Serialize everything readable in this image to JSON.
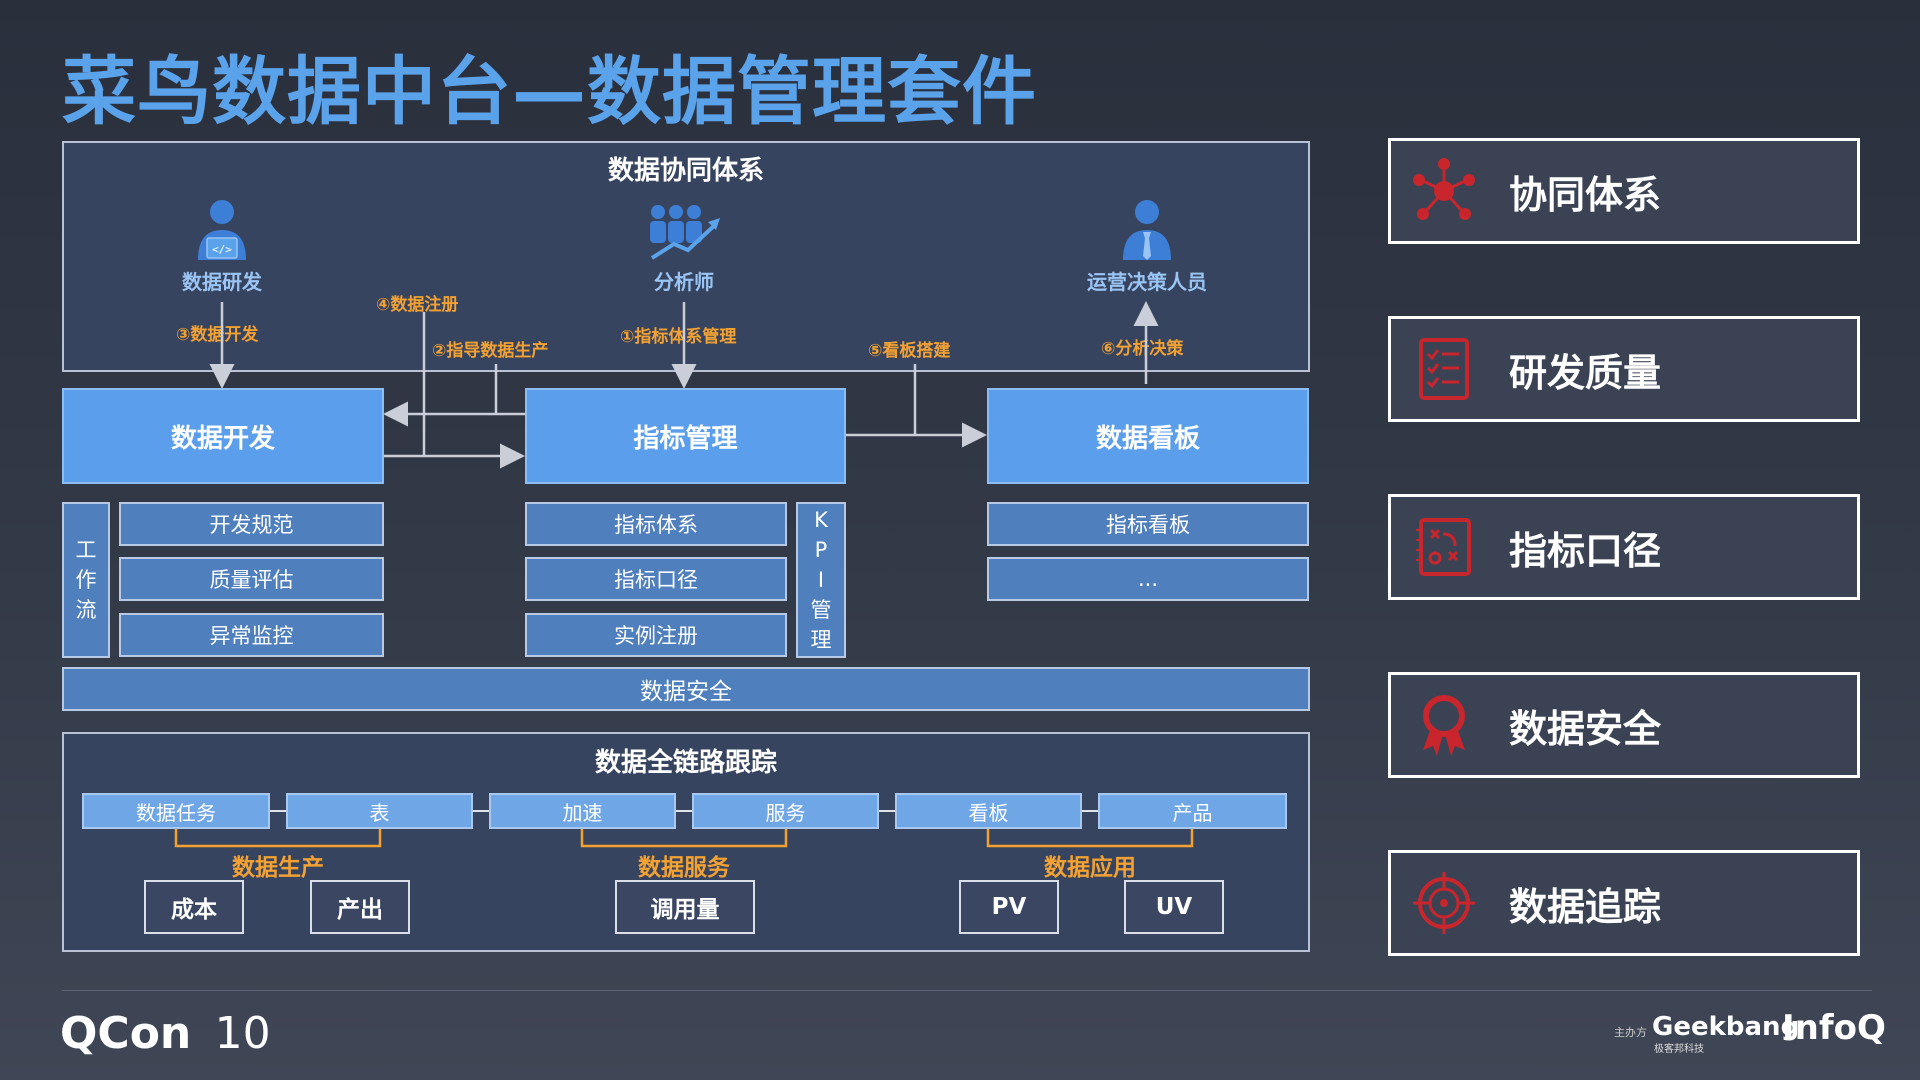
{
  "title": "菜鸟数据中台—数据管理套件",
  "collab": {
    "title": "数据协同体系",
    "roles": {
      "dev": "数据研发",
      "analyst": "分析师",
      "ops": "运营决策人员"
    },
    "steps": {
      "s1": "①指标体系管理",
      "s2": "②指导数据生产",
      "s3": "③数据开发",
      "s4": "④数据注册",
      "s5": "⑤看板搭建",
      "s6": "⑥分析决策"
    }
  },
  "modules": {
    "dev": {
      "title": "数据开发",
      "workflow": "工\n作\n流",
      "items": [
        "开发规范",
        "质量评估",
        "异常监控"
      ]
    },
    "metric": {
      "title": "指标管理",
      "kpi": "K\nP\nI\n管\n理",
      "items": [
        "指标体系",
        "指标口径",
        "实例注册"
      ]
    },
    "board": {
      "title": "数据看板",
      "items": [
        "指标看板",
        "..."
      ]
    }
  },
  "security_bar": "数据安全",
  "lineage": {
    "title": "数据全链路跟踪",
    "chain": [
      "数据任务",
      "表",
      "加速",
      "服务",
      "看板",
      "产品"
    ],
    "groups": [
      "数据生产",
      "数据服务",
      "数据应用"
    ],
    "metrics": [
      "成本",
      "产出",
      "调用量",
      "PV",
      "UV"
    ]
  },
  "features": [
    {
      "label": "协同体系",
      "icon": "network-icon"
    },
    {
      "label": "研发质量",
      "icon": "checklist-icon"
    },
    {
      "label": "指标口径",
      "icon": "strategy-board-icon"
    },
    {
      "label": "数据安全",
      "icon": "award-ribbon-icon"
    },
    {
      "label": "数据追踪",
      "icon": "target-icon"
    }
  ],
  "footer": {
    "brand": "QCon",
    "brand_mark": "10",
    "sponsor_label": "主办方",
    "geek": "Geekbang",
    "geek_sub": "极客邦科技",
    "infoq": "InfoQ"
  },
  "colors": {
    "accent": "#5aa2ea",
    "orange": "#f2a132",
    "icon_red": "#c8262c"
  }
}
